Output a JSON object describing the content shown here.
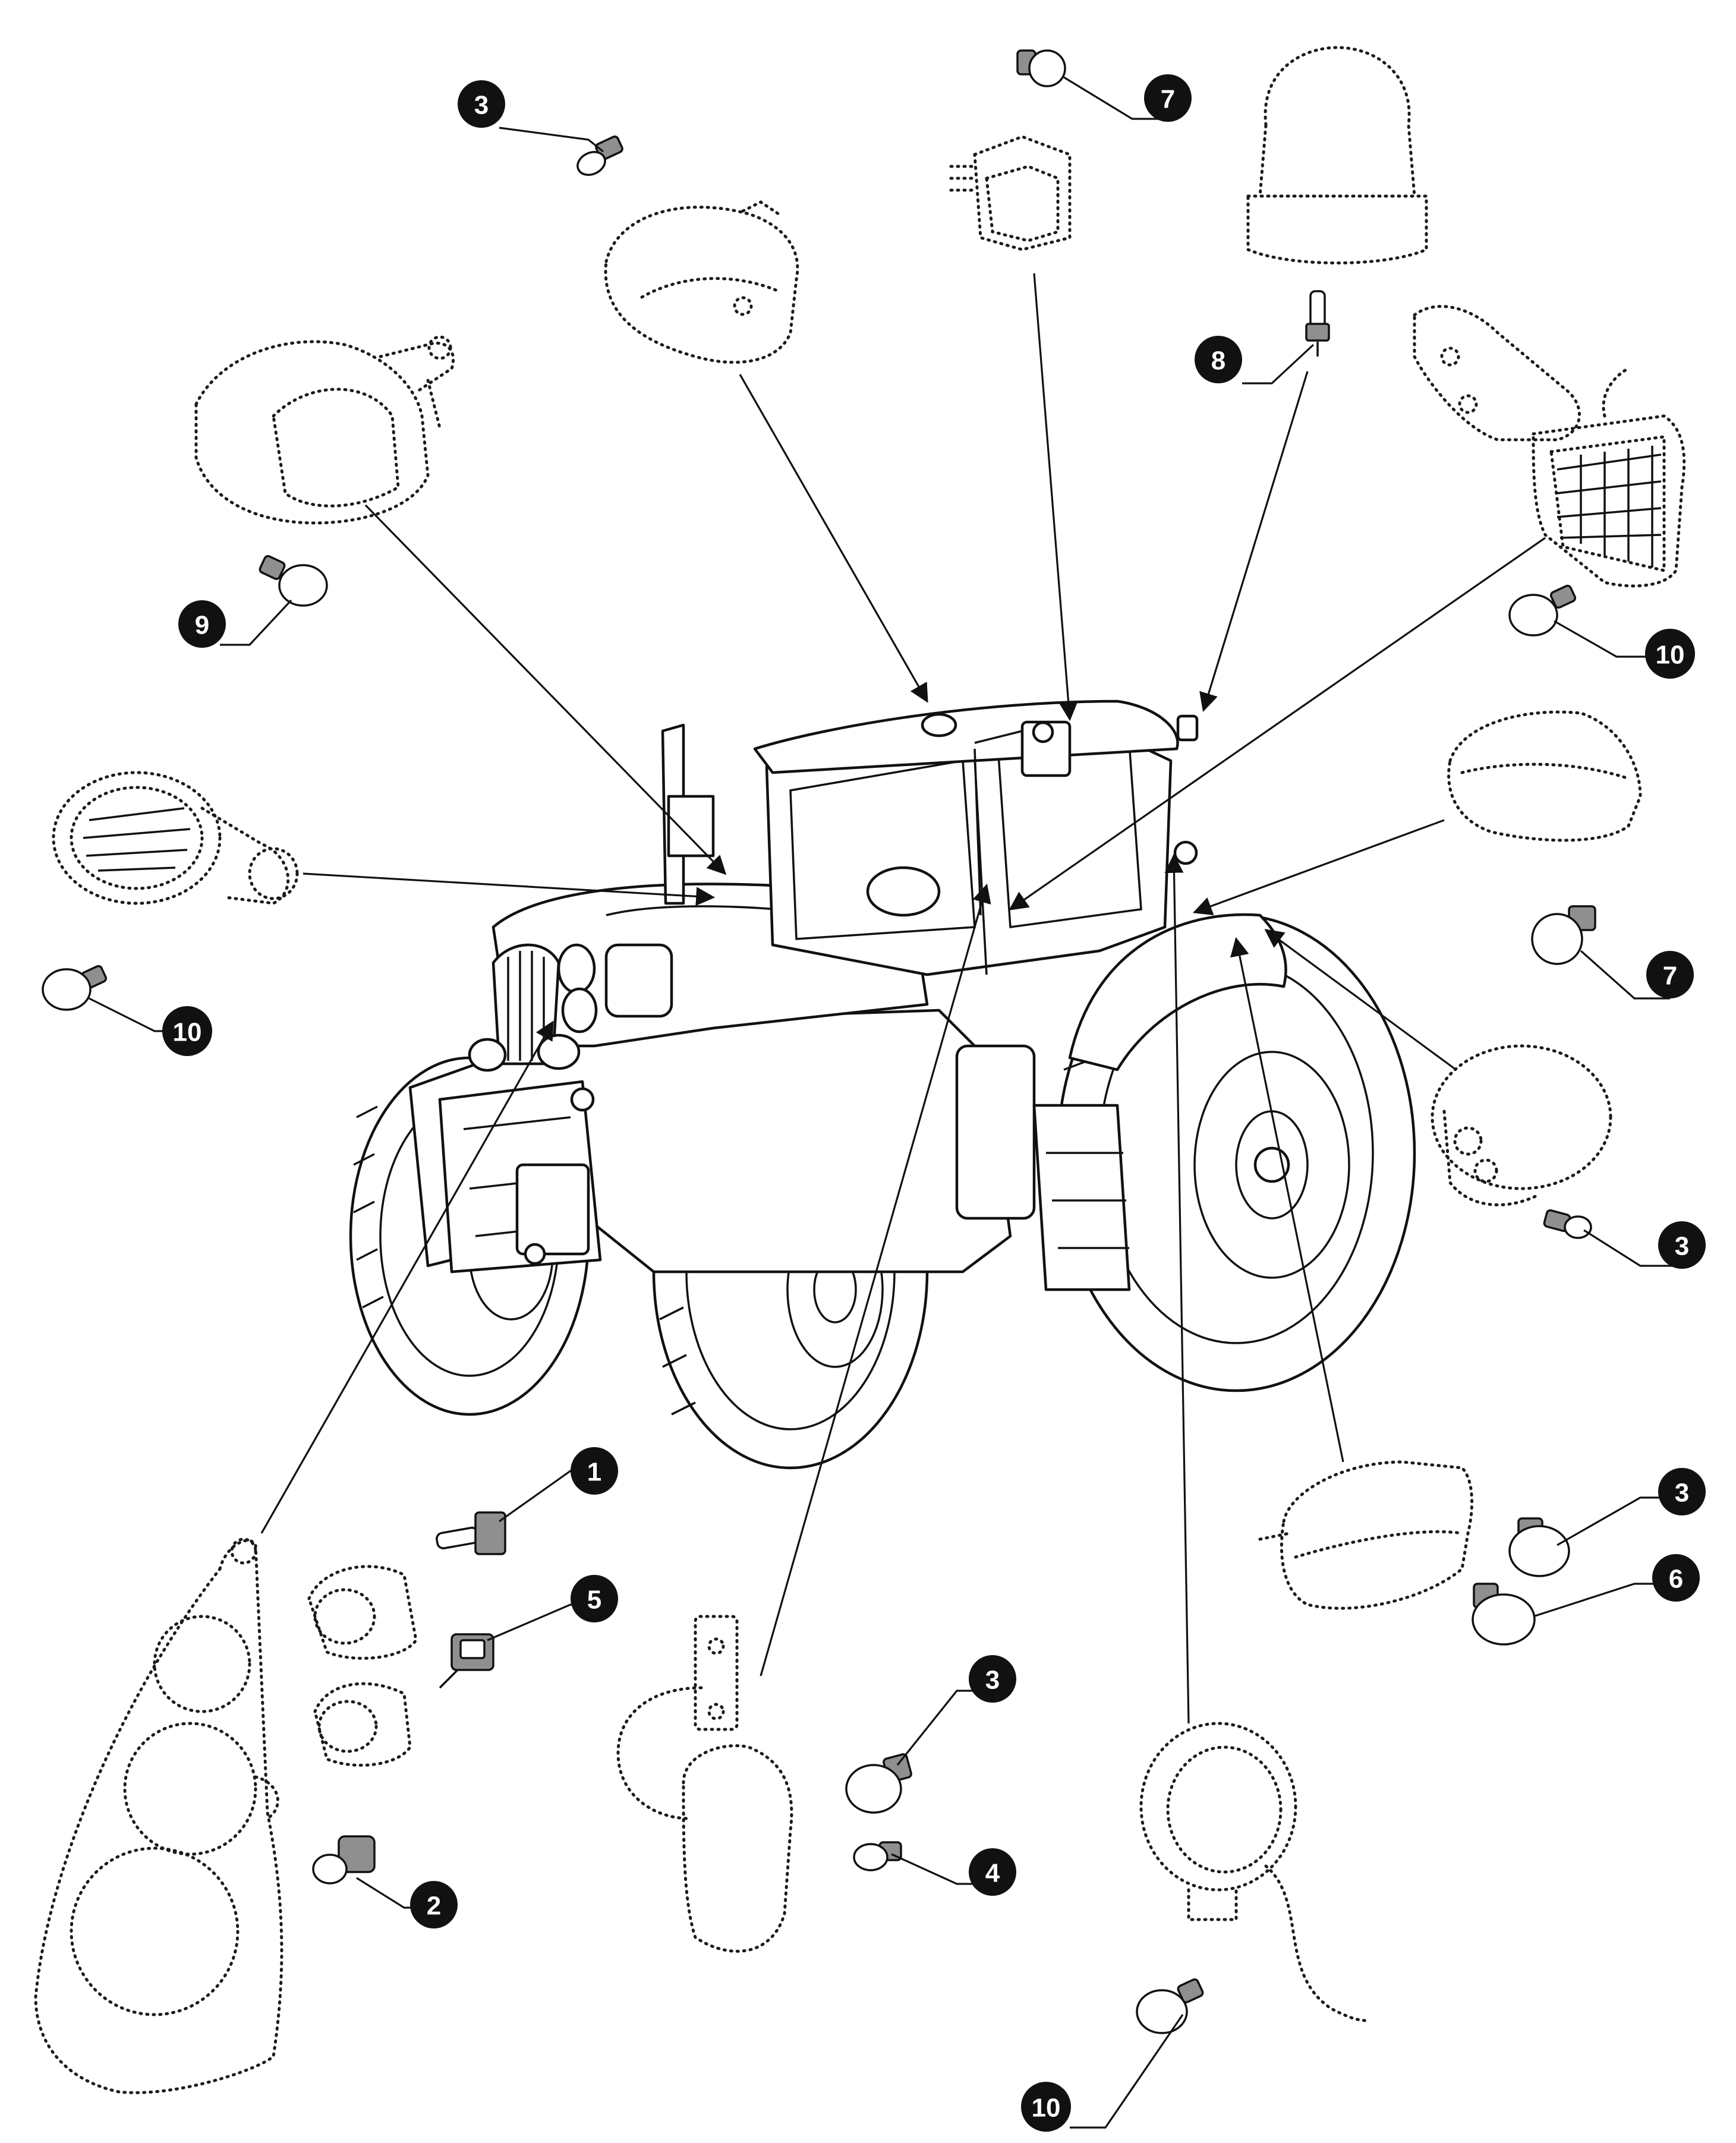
{
  "callouts": {
    "c3_top": "3",
    "c7_top": "7",
    "c8": "8",
    "c9": "9",
    "c10_right_top": "10",
    "c10_left": "10",
    "c7_right": "7",
    "c3_right": "3",
    "c1": "1",
    "c5": "5",
    "c3_lower_right": "3",
    "c6": "6",
    "c3_center": "3",
    "c4": "4",
    "c2": "2",
    "c10_bottom": "10"
  },
  "colors": {
    "line": "#111111",
    "callout_fill": "#111111",
    "callout_text": "#ffffff",
    "bulb_base": "#8f8f8f",
    "background": "#ffffff"
  }
}
